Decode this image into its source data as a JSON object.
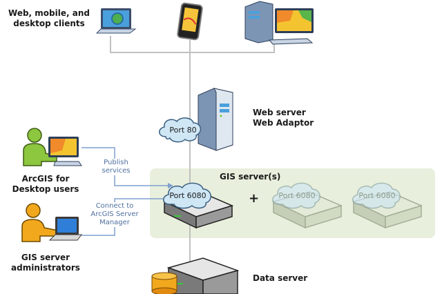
{
  "labels": {
    "clients": [
      "Web, mobile, and",
      "desktop clients"
    ],
    "web_server": [
      "Web server",
      "Web Adaptor"
    ],
    "desktop_users": [
      "ArcGIS for",
      "Desktop users"
    ],
    "admins": [
      "GIS server",
      "administrators"
    ],
    "gis_servers": "GIS server(s)",
    "data_server": "Data server",
    "plus": "+"
  },
  "flows": {
    "publish": [
      "Publish",
      "services"
    ],
    "connect": [
      "Connect to",
      "ArcGIS Server",
      "Manager"
    ]
  },
  "ports": {
    "web": "Port 80",
    "gis_primary": "Port 6080",
    "gis_additional_1": "Port 6080",
    "gis_additional_2": "Port 6080"
  },
  "colors": {
    "connector": "#c0c0c0",
    "flow_line": "#7f9fcf",
    "cluster_bg": "#e8efdc",
    "cloud_fill": "#cfe6f5",
    "cloud_stroke": "#3a5f80"
  }
}
